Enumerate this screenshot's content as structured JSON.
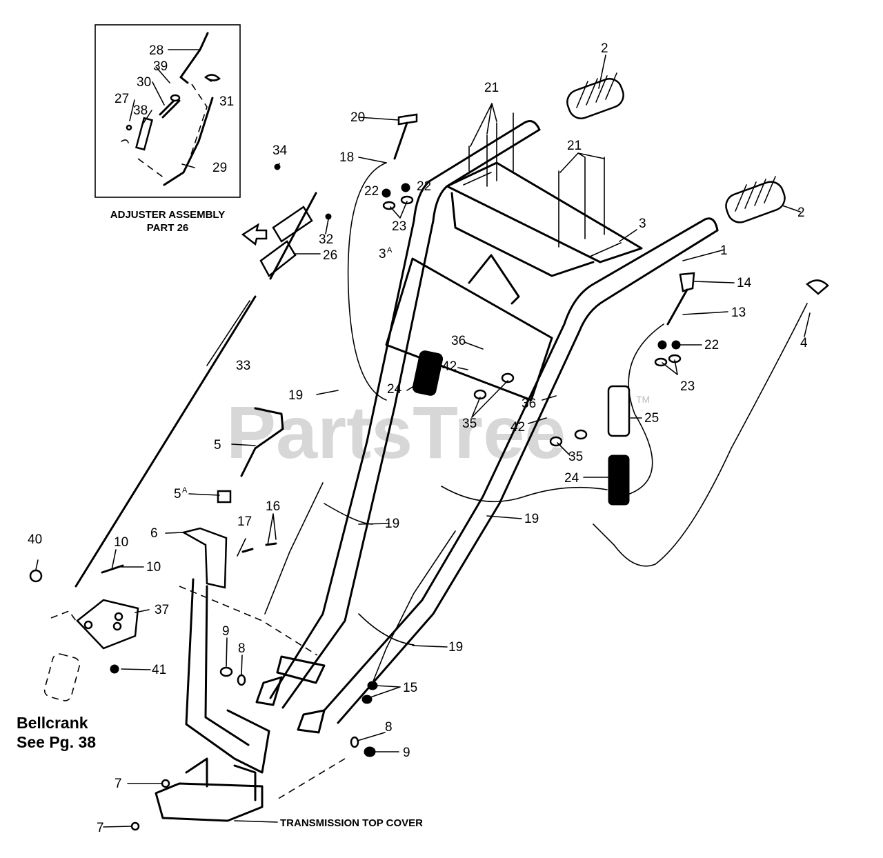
{
  "inset": {
    "title_line1": "ADJUSTER ASSEMBLY",
    "title_line2": "PART 26"
  },
  "watermark": {
    "text": "PartsTree",
    "tm": "TM"
  },
  "captions": {
    "bellcrank_line1": "Bellcrank",
    "bellcrank_line2": "See Pg. 38",
    "transmission": "TRANSMISSION TOP COVER"
  },
  "callouts": {
    "c1": "1",
    "c2a": "2",
    "c2b": "2",
    "c3": "3",
    "c3a": "3",
    "c3a_sup": "A",
    "c4": "4",
    "c5": "5",
    "c5a": "5",
    "c5a_sup": "A",
    "c6": "6",
    "c7a": "7",
    "c7b": "7",
    "c8a": "8",
    "c8b": "8",
    "c9a": "9",
    "c9b": "9",
    "c10a": "10",
    "c10b": "10",
    "c13": "13",
    "c14": "14",
    "c15": "15",
    "c16": "16",
    "c17": "17",
    "c18": "18",
    "c19a": "19",
    "c19b": "19",
    "c19c": "19",
    "c19d": "19",
    "c20": "20",
    "c21a": "21",
    "c21b": "21",
    "c22a": "22",
    "c22b": "22",
    "c22c": "22",
    "c23a": "23",
    "c23b": "23",
    "c24a": "24",
    "c24b": "24",
    "c25": "25",
    "c26": "26",
    "c27": "27",
    "c28": "28",
    "c29": "29",
    "c30": "30",
    "c31": "31",
    "c32": "32",
    "c33": "33",
    "c34": "34",
    "c35a": "35",
    "c35b": "35",
    "c36a": "36",
    "c36b": "36",
    "c37": "37",
    "c38": "38",
    "c39": "39",
    "c40": "40",
    "c41": "41",
    "c42a": "42",
    "c42b": "42"
  }
}
